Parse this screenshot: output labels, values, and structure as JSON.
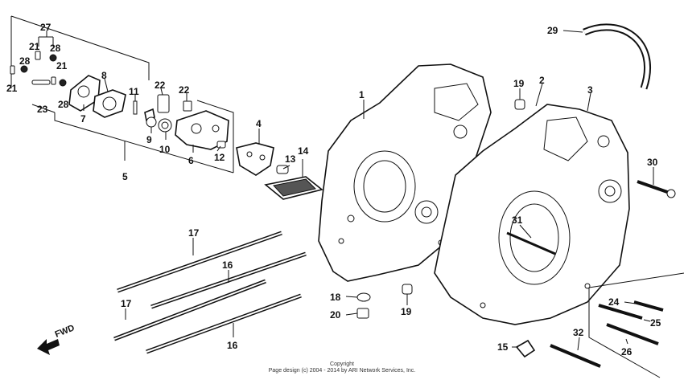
{
  "callouts": [
    {
      "id": "c27",
      "text": "27"
    },
    {
      "id": "c21a",
      "text": "21"
    },
    {
      "id": "c28a",
      "text": "28"
    },
    {
      "id": "c28b",
      "text": "28"
    },
    {
      "id": "c21b",
      "text": "21"
    },
    {
      "id": "c21c",
      "text": "21"
    },
    {
      "id": "c23",
      "text": "23"
    },
    {
      "id": "c28c",
      "text": "28"
    },
    {
      "id": "c7",
      "text": "7"
    },
    {
      "id": "c8",
      "text": "8"
    },
    {
      "id": "c11",
      "text": "11"
    },
    {
      "id": "c22a",
      "text": "22"
    },
    {
      "id": "c22b",
      "text": "22"
    },
    {
      "id": "c9",
      "text": "9"
    },
    {
      "id": "c10",
      "text": "10"
    },
    {
      "id": "c6",
      "text": "6"
    },
    {
      "id": "c12",
      "text": "12"
    },
    {
      "id": "c4",
      "text": "4"
    },
    {
      "id": "c13",
      "text": "13"
    },
    {
      "id": "c14",
      "text": "14"
    },
    {
      "id": "c5",
      "text": "5"
    },
    {
      "id": "c1",
      "text": "1"
    },
    {
      "id": "c19a",
      "text": "19"
    },
    {
      "id": "c2",
      "text": "2"
    },
    {
      "id": "c3",
      "text": "3"
    },
    {
      "id": "c29",
      "text": "29"
    },
    {
      "id": "c30",
      "text": "30"
    },
    {
      "id": "c31",
      "text": "31"
    },
    {
      "id": "c17a",
      "text": "17"
    },
    {
      "id": "c16a",
      "text": "16"
    },
    {
      "id": "c17b",
      "text": "17"
    },
    {
      "id": "c16b",
      "text": "16"
    },
    {
      "id": "c18",
      "text": "18"
    },
    {
      "id": "c20",
      "text": "20"
    },
    {
      "id": "c19b",
      "text": "19"
    },
    {
      "id": "c24",
      "text": "24"
    },
    {
      "id": "c25",
      "text": "25"
    },
    {
      "id": "c26",
      "text": "26"
    },
    {
      "id": "c32",
      "text": "32"
    },
    {
      "id": "c15",
      "text": "15"
    }
  ],
  "fwd_label": "FWD",
  "copyright": {
    "line1": "Copyright",
    "line2": "Page design (c) 2004 - 2014 by ARI Network Services, Inc."
  }
}
